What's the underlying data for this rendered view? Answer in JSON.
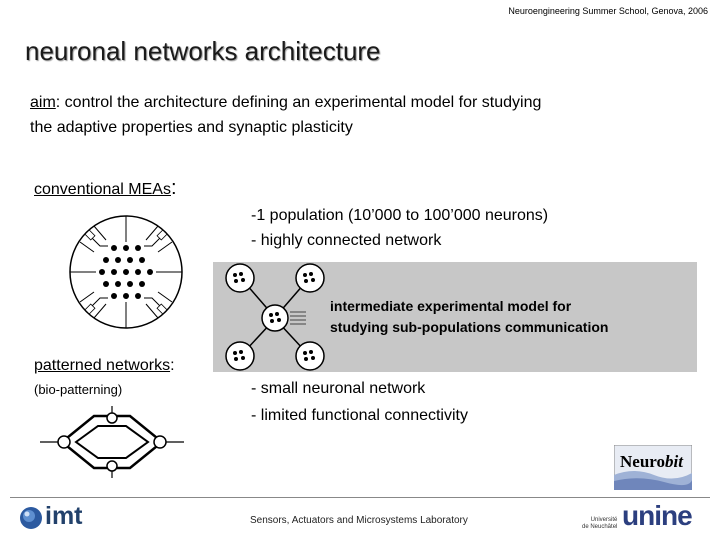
{
  "header_note": "Neuroengineering Summer School, Genova, 2006",
  "title": "neuronal networks architecture",
  "aim": {
    "label": "aim",
    "text_line1": ": control the architecture defining an experimental model for studying",
    "text_line2": "the adaptive properties and synaptic plasticity"
  },
  "conventional": {
    "label": "conventional MEAs",
    "colon": ":",
    "bullets": [
      "-1 population (10’000 to 100’000 neurons)",
      "- highly connected network"
    ]
  },
  "callout": {
    "line1": "intermediate experimental model  for",
    "line2": "studying sub-populations communication"
  },
  "patterned": {
    "label": "patterned networks",
    "colon": ":",
    "sublabel": "(bio-patterning)",
    "bullets": [
      "- small neuronal network",
      "- limited functional connectivity"
    ]
  },
  "footer": {
    "lab": "Sensors, Actuators and Microsystems Laboratory",
    "imt_logo_text": "imt",
    "neurobit_logo_text": "Neurobit",
    "unine_small": [
      "Université",
      "de Neuchâtel"
    ],
    "unine_logo_text": "unine"
  },
  "colors": {
    "callout_bg": "#c7c7c7",
    "imt_blue": "#22416b",
    "unine_blue": "#2c3f7f"
  }
}
